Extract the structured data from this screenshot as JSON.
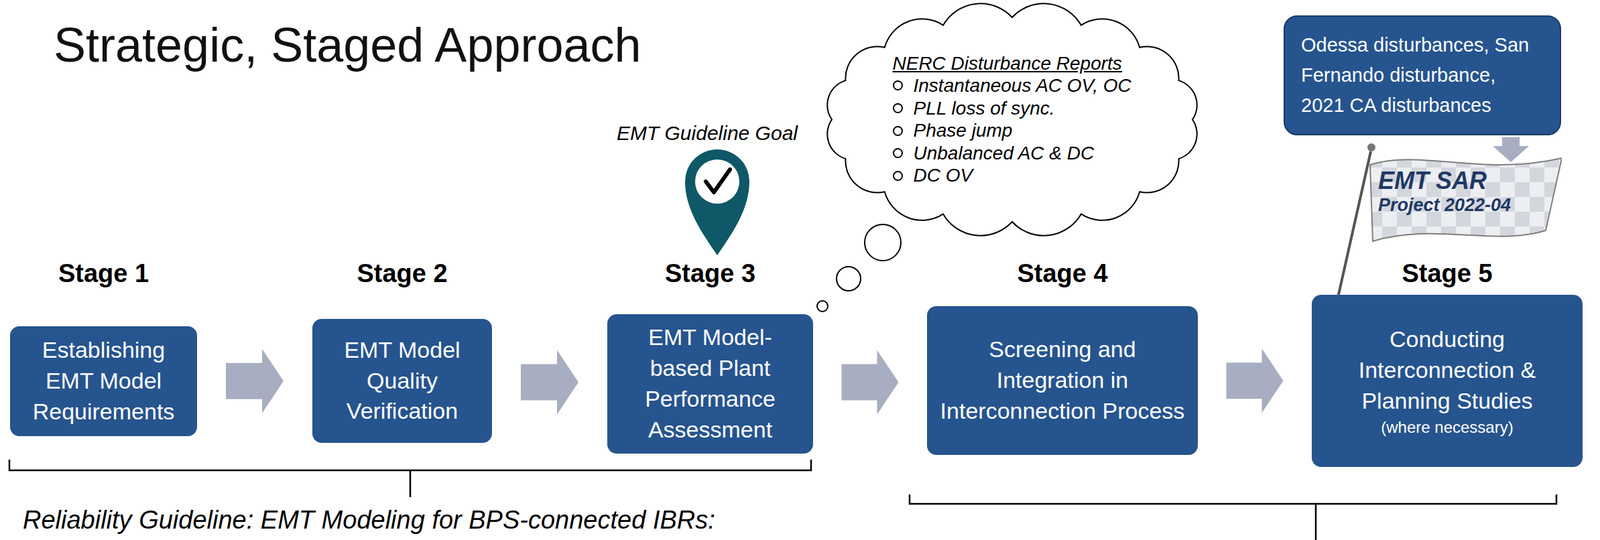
{
  "diagram": {
    "title": "Strategic, Staged Approach",
    "nodes": [
      {
        "text": [
          "Stage 1",
          "Establishing EMT Model Requirements"
        ]
      },
      {
        "text": [
          "Stage 2",
          "EMT Model Quality Verification"
        ]
      },
      {
        "text": [
          "Stage 3",
          "EMT Model-based Plant Performance Assessment"
        ]
      },
      {
        "text": [
          "Stage 4",
          "Screening and Integration in Interconnection Process"
        ]
      },
      {
        "text": [
          "Stage 5",
          "Conducting Interconnection & Planning Studies",
          "(where necessary)"
        ]
      },
      {
        "text": [
          "NERC Disturbance Reports",
          "Instantaneous AC OV, OC",
          "PLL loss of sync.",
          "Phase jump",
          "Unbalanced AC & DC",
          "DC OV"
        ]
      },
      {
        "text": [
          "Odessa disturbances, San Fernando disturbance, 2021 CA disturbances"
        ]
      },
      {
        "text": [
          "EMT SAR",
          "Project 2022-04"
        ]
      }
    ],
    "edges": [
      {
        "from": 0,
        "to": 1,
        "arrow": "to"
      },
      {
        "from": 1,
        "to": 2,
        "arrow": "to"
      },
      {
        "from": 2,
        "to": 3,
        "arrow": "to"
      },
      {
        "from": 3,
        "to": 4,
        "arrow": "to"
      },
      {
        "from": 6,
        "to": 7,
        "arrow": "to"
      }
    ],
    "labels": [
      "EMT Guideline Goal",
      "Reliability Guideline: EMT Modeling for BPS-connected IBRs:"
    ]
  }
}
